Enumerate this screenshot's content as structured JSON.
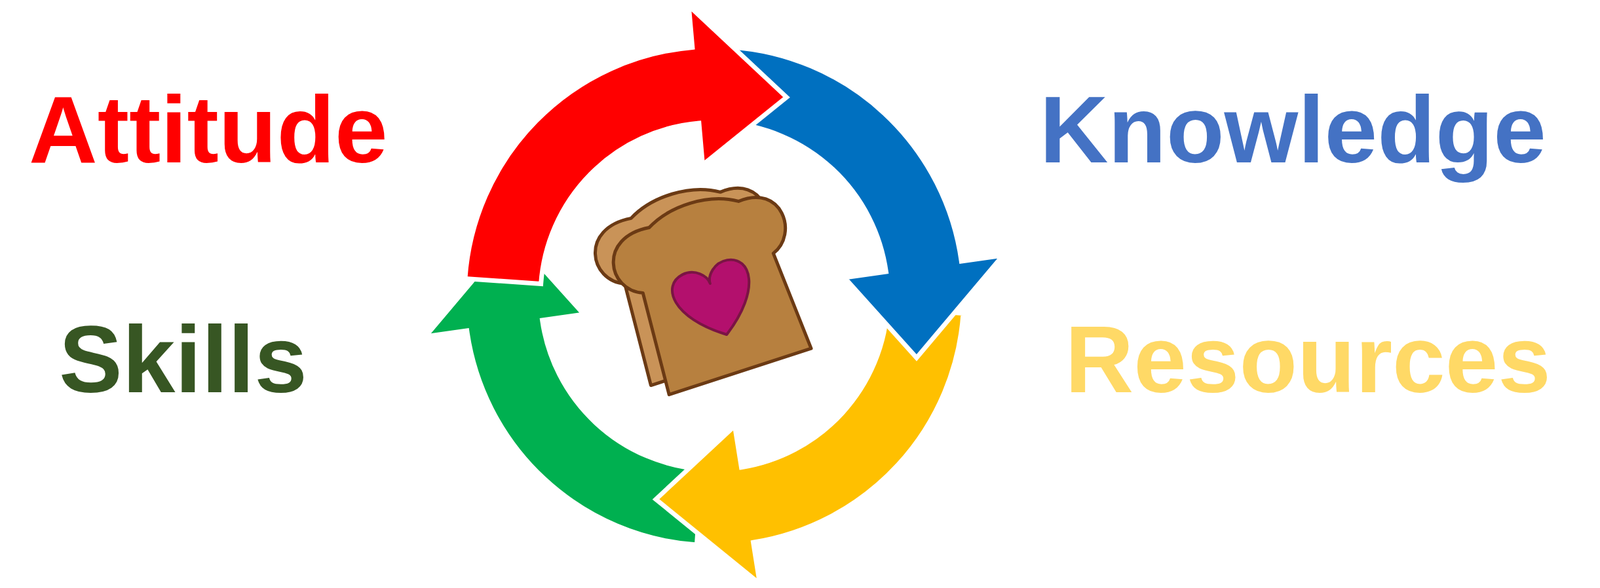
{
  "diagram": {
    "labels": [
      "Attitude",
      "Knowledge",
      "Skills",
      "Resources"
    ]
  }
}
